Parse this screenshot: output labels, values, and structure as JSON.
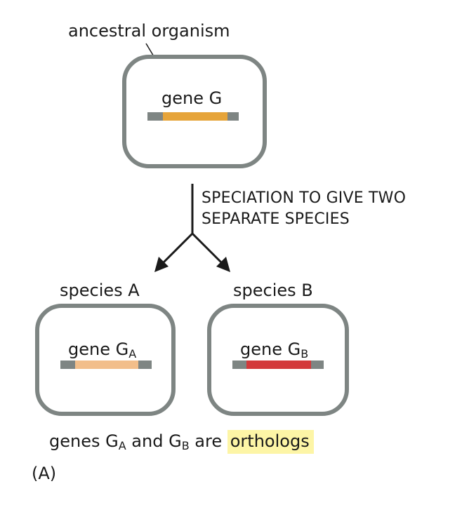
{
  "ancestral_label": "ancestral organism",
  "ancestral_gene_label": "gene G",
  "speciation_line1": "SPECIATION TO GIVE TWO",
  "speciation_line2": "SEPARATE SPECIES",
  "species_a": {
    "label": "species A",
    "gene_label": "gene G",
    "gene_sub": "A"
  },
  "species_b": {
    "label": "species B",
    "gene_label": "gene G",
    "gene_sub": "B"
  },
  "caption": {
    "part1": "genes G",
    "sub1": "A",
    "part2": " and G",
    "sub2": "B",
    "part3": " are ",
    "highlight": "orthologs"
  },
  "panel_letter": "(A)",
  "colors": {
    "box_border": "#7e8583",
    "gene_flank": "#7e8583",
    "ancestral_gene": "#e6a43a",
    "gene_a": "#f2be8a",
    "gene_b": "#d3383a",
    "highlight": "#fdf5a6",
    "arrow": "#1a1a1a"
  }
}
